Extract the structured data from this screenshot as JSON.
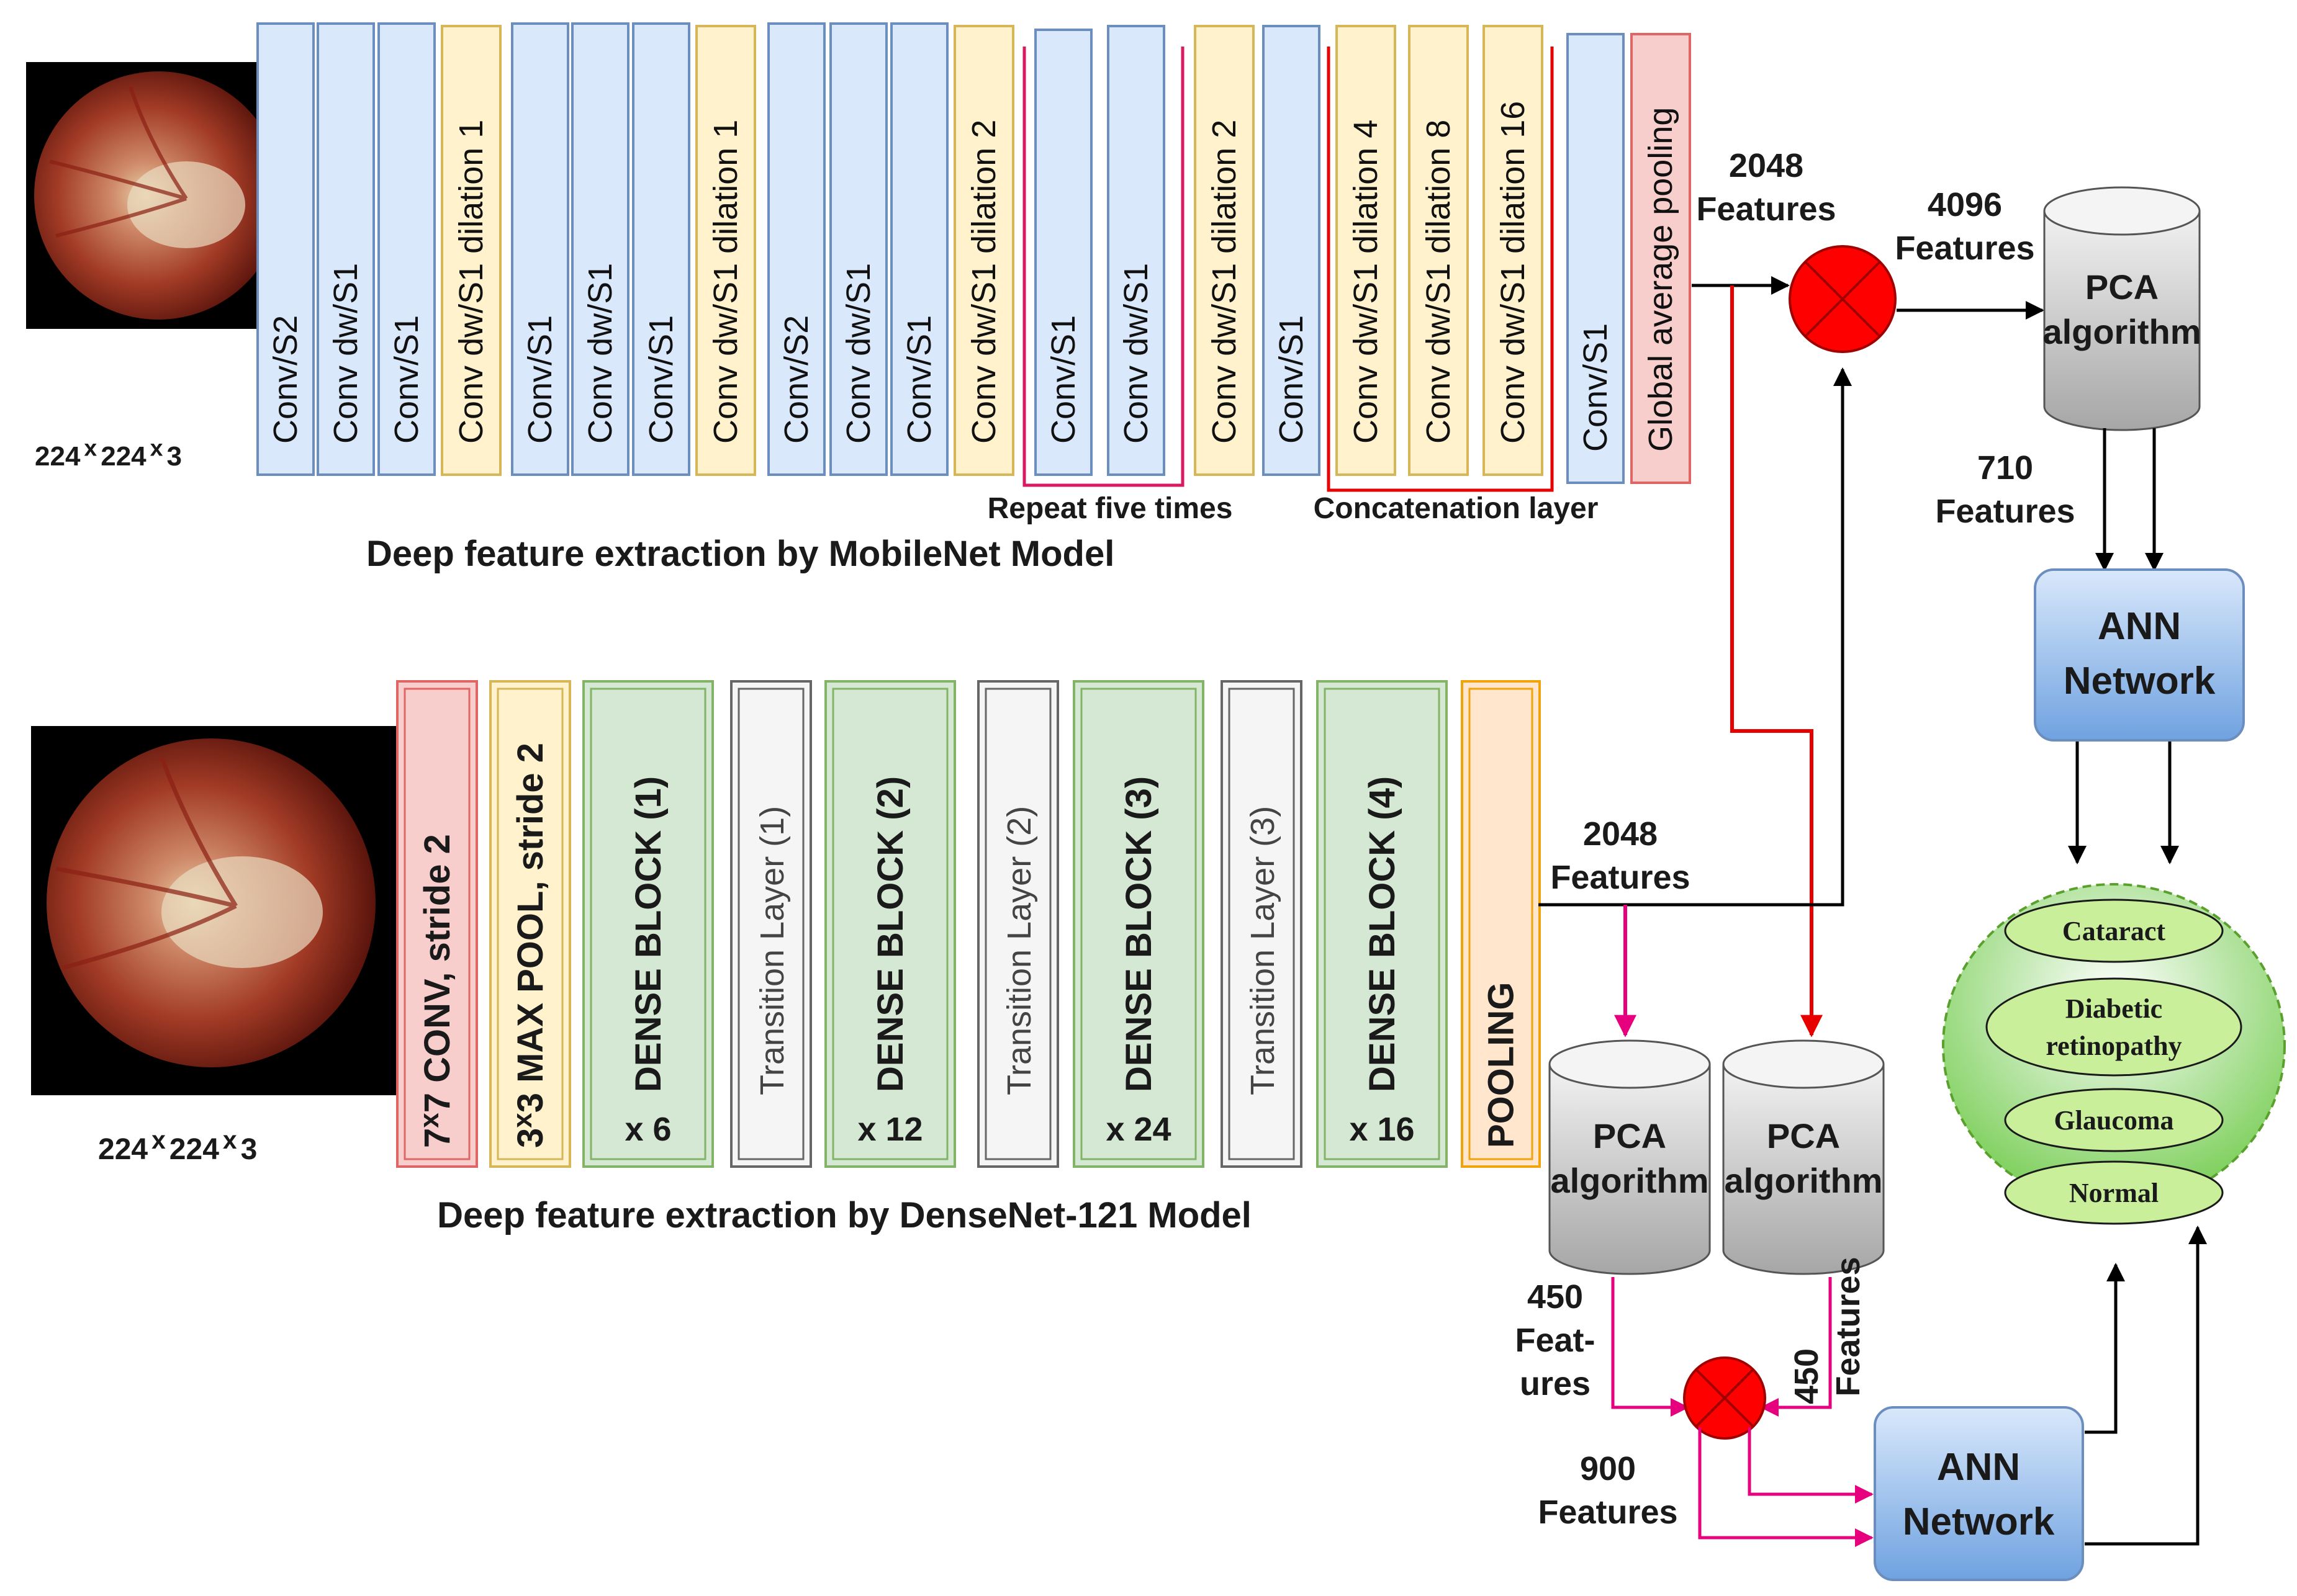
{
  "mobilenet": {
    "input_size": "224 x 224 x 3",
    "layers": [
      "Conv/S2",
      "Conv dw/S1",
      "Conv/S1",
      "Conv dw/S1 dilation 1",
      "Conv/S1",
      "Conv dw/S1",
      "Conv/S1",
      "Conv dw/S1 dilation 1",
      "Conv/S2",
      "Conv dw/S1",
      "Conv/S1",
      "Conv dw/S1 dilation 2",
      "Conv/S1",
      "Conv dw/S1",
      "Conv dw/S1 dilation 2",
      "Conv/S1",
      "Conv dw/S1 dilation 4",
      "Conv dw/S1 dilation 8",
      "Conv dw/S1 dilation 16",
      "Conv/S1",
      "Global average pooling"
    ],
    "repeat_label": "Repeat five times",
    "concat_label": "Concatenation layer",
    "caption": "Deep feature extraction by MobileNet  Model"
  },
  "densenet": {
    "input_size": "224 x 224 x 3",
    "layers": [
      "7x7 CONV, stride 2",
      "3x3 MAX POOL, stride 2",
      "DENSE BLOCK (1)",
      "Transition Layer (1)",
      "DENSE BLOCK (2)",
      "Transition Layer (2)",
      "DENSE BLOCK (3)",
      "Transition Layer (3)",
      "DENSE BLOCK (4)",
      "POOLING"
    ],
    "multipliers": [
      "x 6",
      "x 12",
      "x 24",
      "x 16"
    ],
    "caption": "Deep feature extraction by DenseNet-121 Model"
  },
  "features": {
    "mobilenet_out": [
      "2048",
      "Features"
    ],
    "fused": [
      "4096",
      "Features"
    ],
    "pca_top_out": [
      "710",
      "Features"
    ],
    "densenet_out": [
      "2048",
      "Features"
    ],
    "pca_left_out": [
      "450",
      "Feat-",
      "ures"
    ],
    "pca_right_out": [
      "450",
      "Features"
    ],
    "fused_bottom": [
      "900",
      "Features"
    ]
  },
  "pca": [
    "PCA",
    "algorithm"
  ],
  "ann": [
    "ANN",
    "Network"
  ],
  "classes": [
    "Cataract",
    "Diabetic",
    "retinopathy",
    "Glaucoma",
    "Normal"
  ],
  "colors": {
    "blue_fill": "#dae8fc",
    "blue_stroke": "#6c8ebf",
    "yellow_fill": "#fff2cc",
    "yellow_stroke": "#d6b656",
    "red_fill": "#f8cecc",
    "red_stroke": "#e06666",
    "green_fill": "#d5e8d4",
    "green_stroke": "#82b366",
    "grey_fill": "#f5f5f5",
    "grey_stroke": "#666666",
    "orange_fill": "#ffe6cc",
    "orange_stroke": "#f0a30a",
    "red_line": "#e60000",
    "pink_line": "#e6007e",
    "bracket": "#d81b60",
    "ann_fill": "#b3cff2"
  }
}
